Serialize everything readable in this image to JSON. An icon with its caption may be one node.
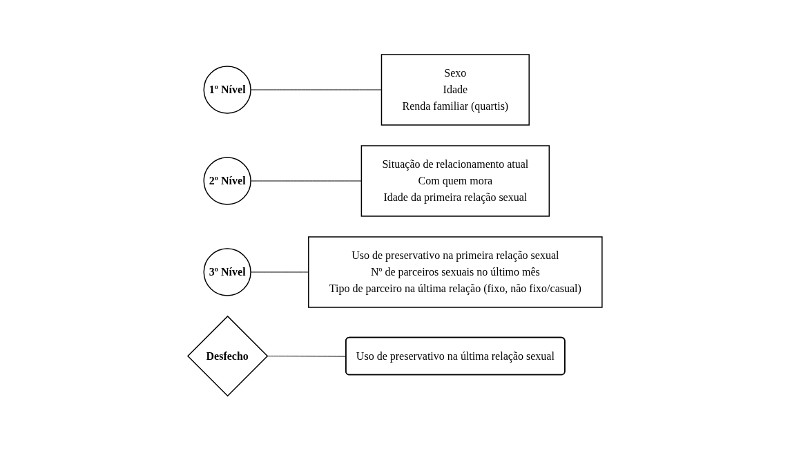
{
  "diagram": {
    "nodes": [
      {
        "text": [
          "1º Nível"
        ]
      },
      {
        "text": [
          "Sexo",
          "Idade",
          "Renda familiar (quartis)"
        ]
      },
      {
        "text": [
          "2º Nível"
        ]
      },
      {
        "text": [
          "Situação de relacionamento atual",
          "Com quem mora",
          "Idade da primeira relação sexual"
        ]
      },
      {
        "text": [
          "3º Nível"
        ]
      },
      {
        "text": [
          "Uso de preservativo na primeira relação sexual",
          "Nº de parceiros sexuais no último mês",
          "Tipo de parceiro na última relação (fixo, não fixo/casual)"
        ]
      },
      {
        "text": [
          "Desfecho"
        ]
      },
      {
        "text": [
          "Uso de preservativo na última relação sexual"
        ]
      }
    ],
    "edges": [
      {
        "from": 0,
        "to": 1,
        "arrow": "none"
      },
      {
        "from": 2,
        "to": 3,
        "arrow": "none"
      },
      {
        "from": 4,
        "to": 5,
        "arrow": "none"
      },
      {
        "from": 6,
        "to": 7,
        "arrow": "none"
      }
    ]
  }
}
